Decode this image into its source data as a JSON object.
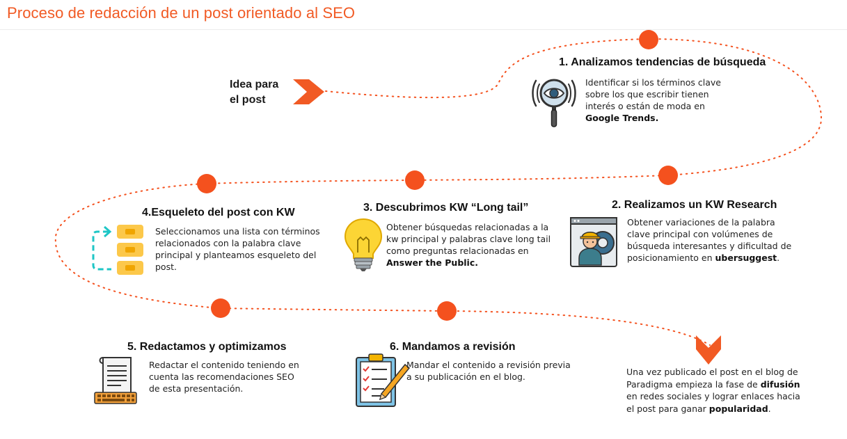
{
  "title": "Proceso de redacción de un post orientado al SEO",
  "start": {
    "line1": "Idea para",
    "line2": "el post"
  },
  "steps": [
    {
      "heading": "1.  Analizamos tendencias de búsqueda",
      "desc": "Identificar si los términos clave sobre los que escribir tienen interés o están de moda en",
      "bold": "Google Trends.",
      "tail": ""
    },
    {
      "heading": "2. Realizamos un KW Research",
      "desc": "Obtener variaciones de la palabra clave principal con volúmenes de búsqueda interesantes y dificultad de posicionamiento en",
      "bold": "ubersuggest",
      "tail": "."
    },
    {
      "heading": "3. Descubrimos KW “Long tail”",
      "desc": "Obtener búsquedas relacionadas a la kw principal y palabras clave long tail como preguntas relacionadas en",
      "bold": "Answer the Public.",
      "tail": ""
    },
    {
      "heading": "4.Esqueleto del post con KW",
      "desc": "Seleccionamos una lista con términos relacionados con la palabra clave principal y planteamos esqueleto del post.",
      "bold": "",
      "tail": ""
    },
    {
      "heading": "5. Redactamos y optimizamos",
      "desc": "Redactar el contenido teniendo en cuenta las recomendaciones SEO de esta presentación.",
      "bold": "",
      "tail": ""
    },
    {
      "heading": "6. Mandamos a revisión",
      "desc": "Mandar el contenido a revisión previa a su publicación en el blog.",
      "bold": "",
      "tail": ""
    }
  ],
  "final": {
    "pre": "Una vez publicado el post en el blog de Paradigma empieza la fase de",
    "bold1": "difusión",
    "mid": "en redes sociales y lograr enlaces hacia el post para ganar",
    "bold2": "popularidad",
    "tail": "."
  },
  "icons": [
    "magnifier-eye-icon",
    "worker-gear-icon",
    "lightbulb-icon",
    "list-structure-icon",
    "document-keyboard-icon",
    "clipboard-pencil-icon",
    "chevron-right-icon",
    "chevron-down-icon"
  ],
  "colors": {
    "accent": "#f15a24",
    "node": "#f4511e",
    "text": "#111111"
  }
}
